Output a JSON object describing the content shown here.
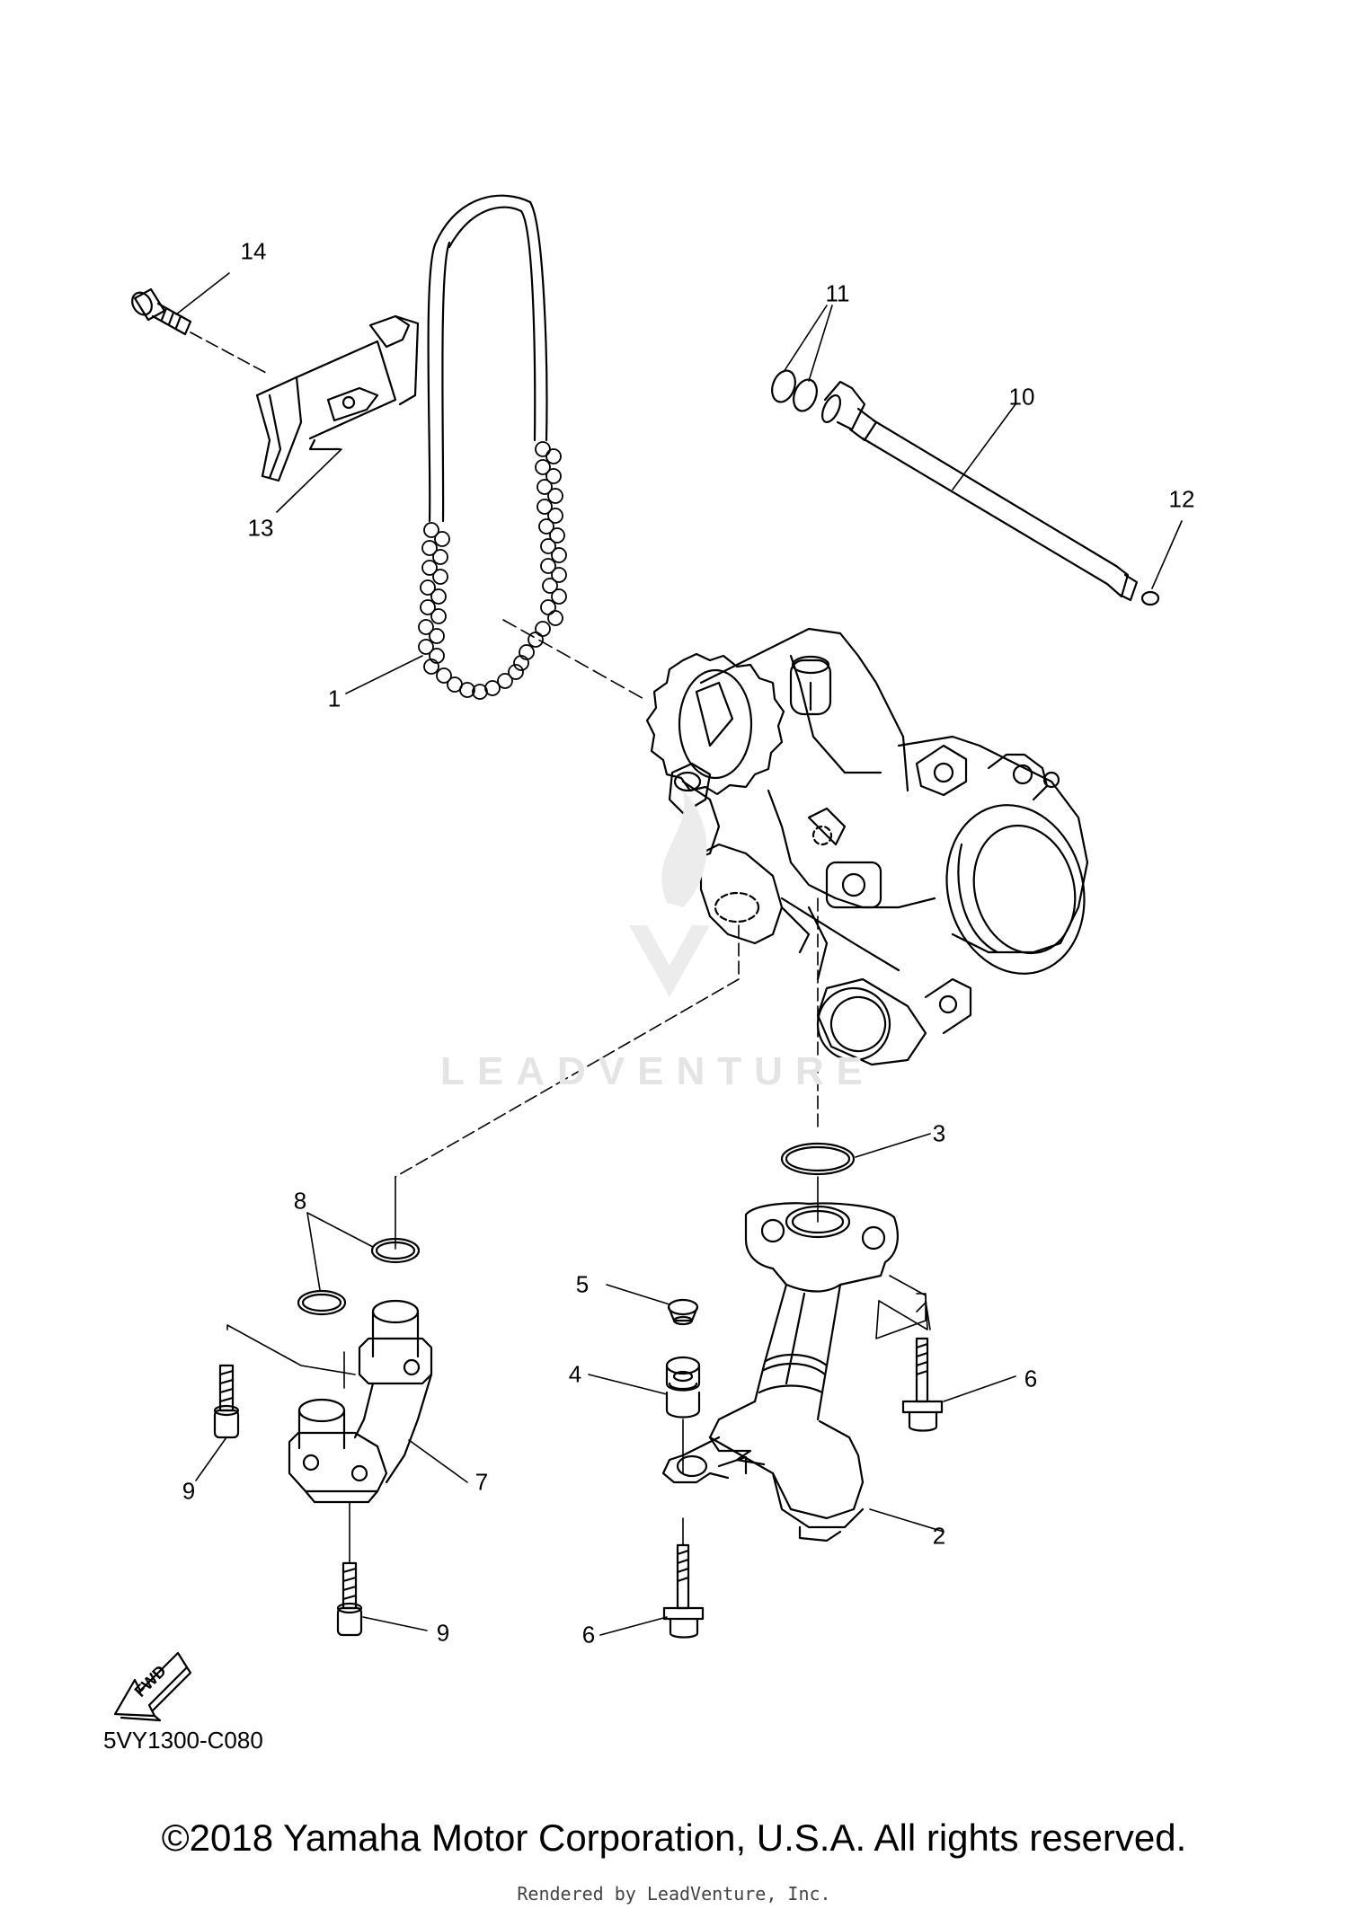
{
  "diagram": {
    "callouts": [
      "1",
      "2",
      "3",
      "4",
      "5",
      "6",
      "6",
      "7",
      "8",
      "9",
      "9",
      "10",
      "11",
      "12",
      "13",
      "14"
    ],
    "fwd_label": "FWD",
    "ref_code": "5VY1300-C080",
    "watermark": "LEADVENTURE",
    "copyright": "©2018 Yamaha Motor Corporation, U.S.A. All rights reserved.",
    "rendered_by": "Rendered by LeadVenture, Inc."
  }
}
